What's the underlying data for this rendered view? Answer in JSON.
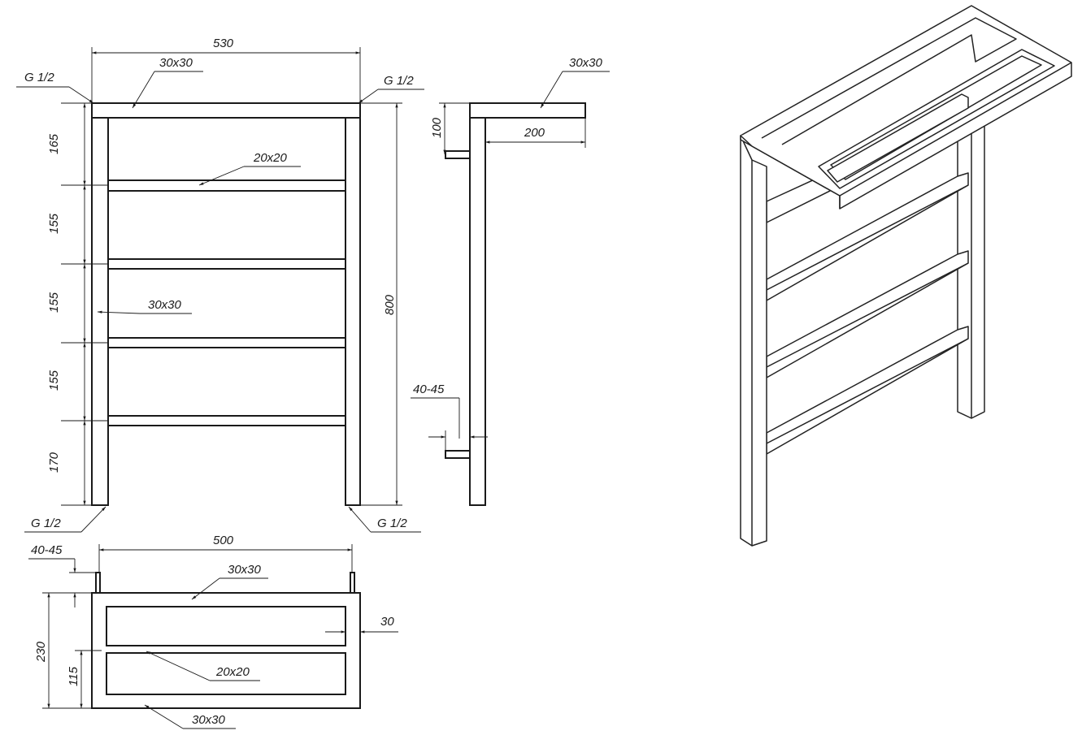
{
  "title": "Towel warmer technical drawing",
  "front_view": {
    "width_label": "530",
    "top_tube_label": "30x30",
    "thread_top_left": "G 1/2",
    "thread_top_right": "G 1/2",
    "thread_bottom_left": "G 1/2",
    "thread_bottom_right": "G 1/2",
    "crossbar_label": "20x20",
    "post_label": "30x30",
    "height_label": "800",
    "spacings": [
      "165",
      "155",
      "155",
      "155",
      "170"
    ]
  },
  "side_view": {
    "tube_label": "30x30",
    "depth_label": "200",
    "offset_label": "100",
    "wall_gap_label": "40-45"
  },
  "top_view": {
    "width_label": "500",
    "wall_gap_label": "40-45",
    "top_tube_label": "30x30",
    "margin_label": "30",
    "total_depth_label": "230",
    "half_depth_label": "115",
    "inner_tube_label": "20x20",
    "bottom_tube_label": "30x30"
  }
}
